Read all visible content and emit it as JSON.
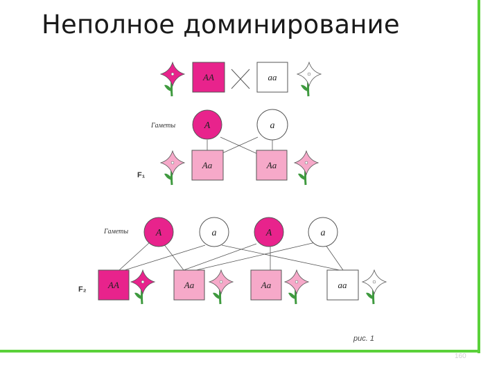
{
  "slide": {
    "title": "Неполное доминирование",
    "page_number": "160",
    "accent_color": "#5ad13a"
  },
  "colors": {
    "dominant": "#e8238c",
    "heterozygous": "#f6a9c9",
    "recessive": "#ffffff",
    "stem": "#3f9a3f",
    "line": "#555555"
  },
  "diagram": {
    "parents": [
      {
        "genotype": "AA",
        "phenotype": "dark"
      },
      {
        "genotype": "aa",
        "phenotype": "white"
      }
    ],
    "gametes_label_1": "Гаметы",
    "gametes_1": [
      "A",
      "a"
    ],
    "f1_label": "F₁",
    "f1": [
      {
        "genotype": "Aa",
        "phenotype": "light"
      },
      {
        "genotype": "Aa",
        "phenotype": "light"
      }
    ],
    "gametes_label_2": "Гаметы",
    "gametes_2": [
      "A",
      "a",
      "A",
      "a"
    ],
    "f2_label": "F₂",
    "f2": [
      {
        "genotype": "AA",
        "phenotype": "dark"
      },
      {
        "genotype": "Aa",
        "phenotype": "light"
      },
      {
        "genotype": "Aa",
        "phenotype": "light"
      },
      {
        "genotype": "aa",
        "phenotype": "white"
      }
    ],
    "caption": "рис. 1"
  }
}
